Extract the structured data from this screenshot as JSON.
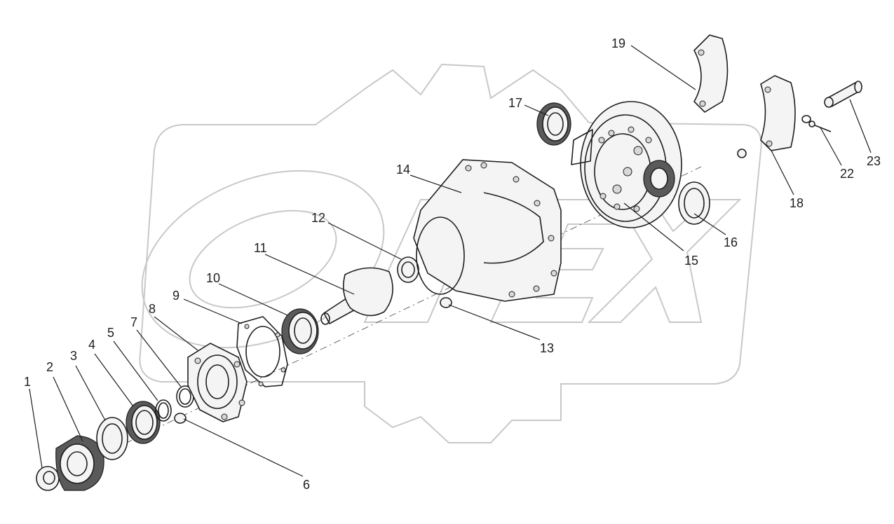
{
  "diagram": {
    "parts": [
      {
        "id": "part-1",
        "number": "1"
      },
      {
        "id": "part-2",
        "number": "2"
      },
      {
        "id": "part-3",
        "number": "3"
      },
      {
        "id": "part-4",
        "number": "4"
      },
      {
        "id": "part-5",
        "number": "5"
      },
      {
        "id": "part-6",
        "number": "6"
      },
      {
        "id": "part-7",
        "number": "7"
      },
      {
        "id": "part-8",
        "number": "8"
      },
      {
        "id": "part-9",
        "number": "9"
      },
      {
        "id": "part-10",
        "number": "10"
      },
      {
        "id": "part-11",
        "number": "11"
      },
      {
        "id": "part-12",
        "number": "12"
      },
      {
        "id": "part-13",
        "number": "13"
      },
      {
        "id": "part-14",
        "number": "14"
      },
      {
        "id": "part-15",
        "number": "15"
      },
      {
        "id": "part-16",
        "number": "16"
      },
      {
        "id": "part-17",
        "number": "17"
      },
      {
        "id": "part-18",
        "number": "18"
      },
      {
        "id": "part-19",
        "number": "19"
      },
      {
        "id": "part-22",
        "number": "22"
      },
      {
        "id": "part-23",
        "number": "23"
      }
    ]
  },
  "colors": {
    "line": "#1e1e1e",
    "watermark": "#c8c8c8",
    "background": "#ffffff"
  }
}
